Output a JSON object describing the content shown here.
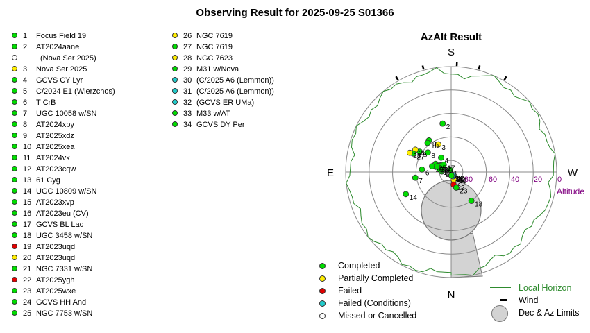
{
  "title": "Observing Result for 2025-09-25 S01366",
  "plot": {
    "title": "AzAlt Result",
    "directions": {
      "north": "N",
      "south": "S",
      "east": "E",
      "west": "W"
    },
    "altitude_label": "Altitude",
    "altitude_ticks": [
      "80",
      "60",
      "40",
      "20",
      "0"
    ],
    "colors": {
      "horizon": "#2e8b2e",
      "grid": "#888888",
      "limit_fill": "#d3d3d3",
      "altitude_text": "#800080"
    }
  },
  "status_colors": {
    "completed": "#00dd00",
    "partial": "#ffee00",
    "failed": "#e00000",
    "conditions": "#22cccc",
    "missed": "#ffffff"
  },
  "targets_left": [
    {
      "num": "1",
      "name": "Focus Field 19",
      "status": "completed"
    },
    {
      "num": "2",
      "name": "AT2024aane",
      "status": "completed"
    },
    {
      "num": "",
      "name": "(Nova Ser 2025)",
      "status": "missed"
    },
    {
      "num": "3",
      "name": "Nova Ser 2025",
      "status": "partial"
    },
    {
      "num": "4",
      "name": "GCVS CY Lyr",
      "status": "completed"
    },
    {
      "num": "5",
      "name": "C/2024 E1 (Wierzchos)",
      "status": "completed"
    },
    {
      "num": "6",
      "name": "T CrB",
      "status": "completed"
    },
    {
      "num": "7",
      "name": "UGC 10058 w/SN",
      "status": "completed"
    },
    {
      "num": "8",
      "name": "AT2024xpy",
      "status": "completed"
    },
    {
      "num": "9",
      "name": "AT2025xdz",
      "status": "completed"
    },
    {
      "num": "10",
      "name": "AT2025xea",
      "status": "completed"
    },
    {
      "num": "11",
      "name": "AT2024vk",
      "status": "completed"
    },
    {
      "num": "12",
      "name": "AT2023cqw",
      "status": "completed"
    },
    {
      "num": "13",
      "name": "61 Cyg",
      "status": "completed"
    },
    {
      "num": "14",
      "name": "UGC 10809 w/SN",
      "status": "completed"
    },
    {
      "num": "15",
      "name": "AT2023xvp",
      "status": "completed"
    },
    {
      "num": "16",
      "name": "AT2023eu (CV)",
      "status": "completed"
    },
    {
      "num": "17",
      "name": "GCVS BL Lac",
      "status": "completed"
    },
    {
      "num": "18",
      "name": "UGC 3458 w/SN",
      "status": "completed"
    },
    {
      "num": "19",
      "name": "AT2023uqd",
      "status": "failed"
    },
    {
      "num": "20",
      "name": "AT2023uqd",
      "status": "partial"
    },
    {
      "num": "21",
      "name": "NGC 7331 w/SN",
      "status": "completed"
    },
    {
      "num": "22",
      "name": "AT2025ygh",
      "status": "failed"
    },
    {
      "num": "23",
      "name": "AT2025wxe",
      "status": "completed"
    },
    {
      "num": "24",
      "name": "GCVS HH And",
      "status": "completed"
    },
    {
      "num": "25",
      "name": "NGC 7753 w/SN",
      "status": "completed"
    }
  ],
  "targets_right": [
    {
      "num": "26",
      "name": "NGC 7619",
      "status": "partial"
    },
    {
      "num": "27",
      "name": "NGC 7619",
      "status": "completed"
    },
    {
      "num": "28",
      "name": "NGC 7623",
      "status": "partial"
    },
    {
      "num": "29",
      "name": "M31 w/Nova",
      "status": "completed"
    },
    {
      "num": "30",
      "name": "(C/2025 A6 (Lemmon))",
      "status": "conditions"
    },
    {
      "num": "31",
      "name": "(C/2025 A6 (Lemmon))",
      "status": "conditions"
    },
    {
      "num": "32",
      "name": "(GCVS ER UMa)",
      "status": "conditions"
    },
    {
      "num": "33",
      "name": "M33 w/AT",
      "status": "completed"
    },
    {
      "num": "34",
      "name": "GCVS DY Per",
      "status": "completed"
    }
  ],
  "plot_points": [
    {
      "label": "1",
      "az": 158,
      "alt": 88,
      "status": "completed"
    },
    {
      "label": "2",
      "az": 170,
      "alt": 48,
      "status": "completed"
    },
    {
      "label": "3",
      "az": 155,
      "alt": 64,
      "status": "partial"
    },
    {
      "label": "4",
      "az": 145,
      "alt": 75,
      "status": "completed"
    },
    {
      "label": "5",
      "az": 123,
      "alt": 58,
      "status": "completed"
    },
    {
      "label": "6",
      "az": 95,
      "alt": 65,
      "status": "completed"
    },
    {
      "label": "7",
      "az": 81,
      "alt": 59,
      "status": "completed"
    },
    {
      "label": "8",
      "az": 130,
      "alt": 64,
      "status": "completed"
    },
    {
      "label": "9",
      "az": 145,
      "alt": 57,
      "status": "completed"
    },
    {
      "label": "10",
      "az": 141,
      "alt": 58,
      "status": "completed"
    },
    {
      "label": "11",
      "az": 118,
      "alt": 75,
      "status": "completed"
    },
    {
      "label": "12",
      "az": 121,
      "alt": 79,
      "status": "completed"
    },
    {
      "label": "13",
      "az": 109,
      "alt": 76,
      "status": "completed"
    },
    {
      "label": "14",
      "az": 64,
      "alt": 47,
      "status": "completed"
    },
    {
      "label": "15",
      "az": 123,
      "alt": 80,
      "status": "completed"
    },
    {
      "label": "16",
      "az": 103,
      "alt": 80,
      "status": "completed"
    },
    {
      "label": "17",
      "az": 135,
      "alt": 81,
      "status": "completed"
    },
    {
      "label": "18",
      "az": 325,
      "alt": 60,
      "status": "completed"
    },
    {
      "label": "19",
      "az": 322,
      "alt": 84,
      "status": "failed"
    },
    {
      "label": "20",
      "az": 341,
      "alt": 83,
      "status": "partial"
    },
    {
      "label": "21",
      "az": 94,
      "alt": 82,
      "status": "completed"
    },
    {
      "label": "22",
      "az": 349,
      "alt": 79,
      "status": "failed"
    },
    {
      "label": "23",
      "az": 342,
      "alt": 76,
      "status": "completed"
    },
    {
      "label": "24",
      "az": 105,
      "alt": 82,
      "status": "completed"
    },
    {
      "label": "25",
      "az": 115,
      "alt": 75,
      "status": "completed"
    },
    {
      "label": "26",
      "az": 122,
      "alt": 54,
      "status": "partial"
    },
    {
      "label": "27",
      "az": 116,
      "alt": 54,
      "status": "completed"
    },
    {
      "label": "28",
      "az": 115,
      "alt": 51,
      "status": "partial"
    },
    {
      "label": "29",
      "az": 107,
      "alt": 73,
      "status": "completed"
    },
    {
      "label": "30",
      "az": 324,
      "alt": 86,
      "status": "conditions"
    },
    {
      "label": "31",
      "az": 336,
      "alt": 86,
      "status": "conditions"
    },
    {
      "label": "32",
      "az": 330,
      "alt": 87,
      "status": "conditions"
    },
    {
      "label": "33",
      "az": 112,
      "alt": 77,
      "status": "completed"
    },
    {
      "label": "34",
      "az": 355,
      "alt": 87,
      "status": "completed"
    }
  ],
  "legend": {
    "completed": "Completed",
    "partial": "Partially Completed",
    "failed": "Failed",
    "conditions": "Failed (Conditions)",
    "missed": "Missed or Cancelled",
    "horizon": "Local Horizon",
    "wind": "Wind",
    "limits": "Dec & Az Limits"
  }
}
